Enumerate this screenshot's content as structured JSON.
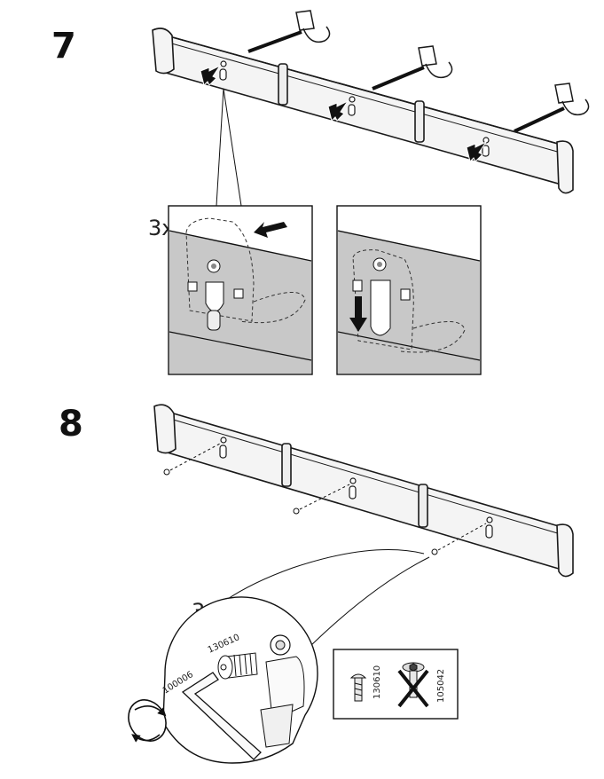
{
  "steps": [
    {
      "number": "7",
      "detail_multiplier": "3x"
    },
    {
      "number": "8",
      "detail_multiplier": "3x"
    }
  ],
  "parts": {
    "allen_key": "100006",
    "screw": "130610",
    "screw_box_ok": "130610",
    "screw_box_wrong": "105042"
  },
  "colors": {
    "line": "#1a1a1a",
    "panel_grey": "#c8c8c8",
    "rail_fill": "#f4f4f4"
  }
}
